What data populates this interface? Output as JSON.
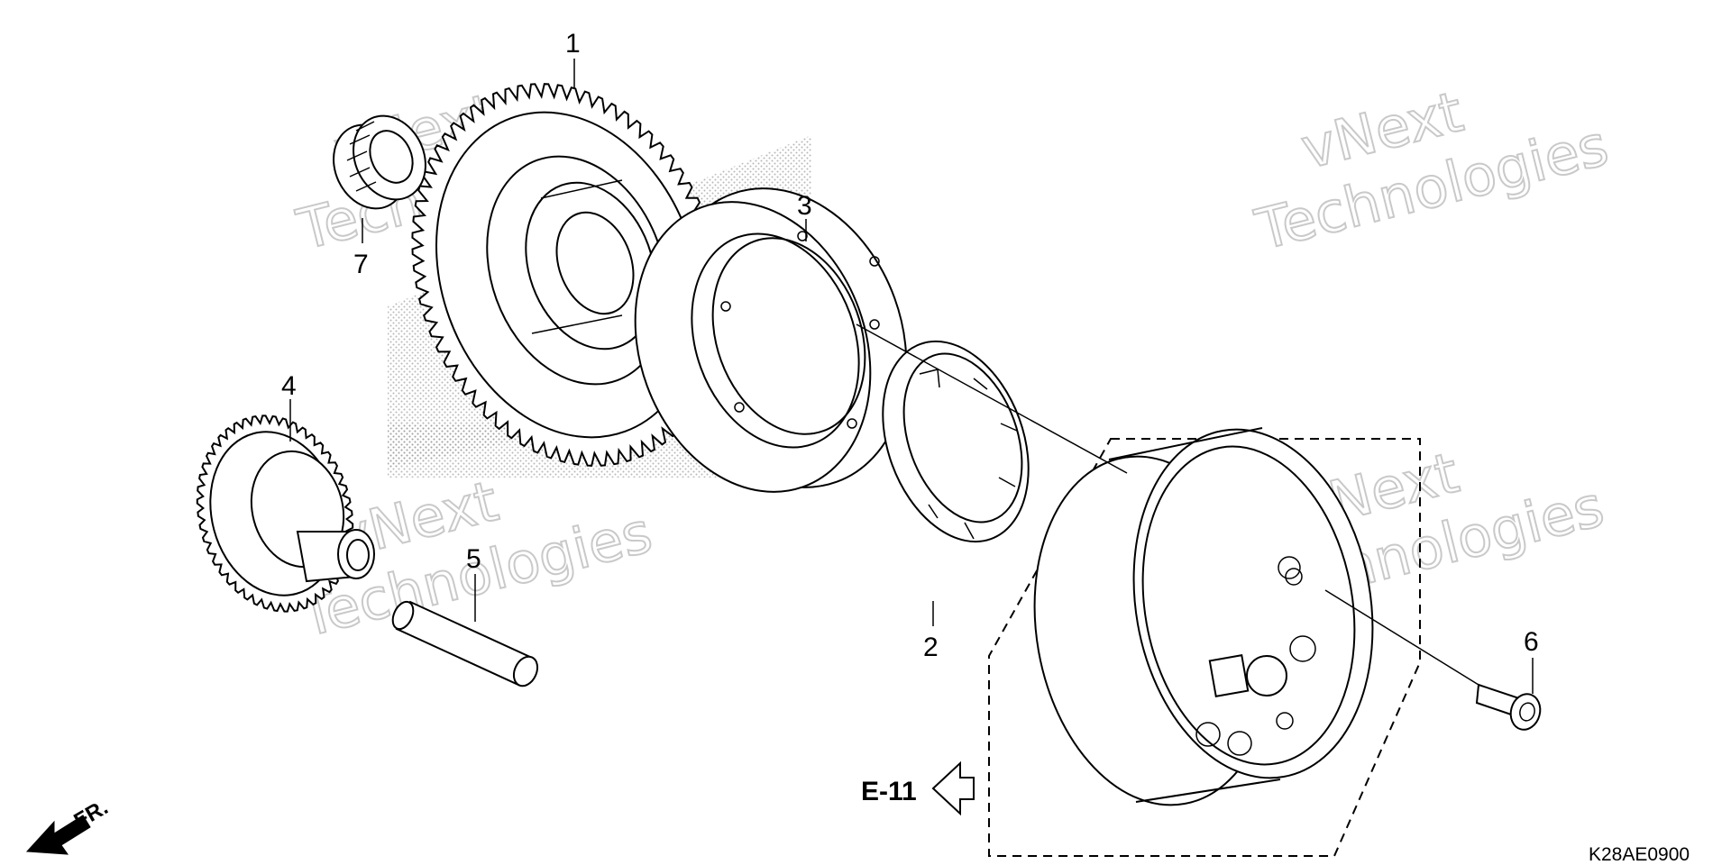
{
  "diagram": {
    "callouts": [
      {
        "id": "1",
        "label": "1"
      },
      {
        "id": "2",
        "label": "2"
      },
      {
        "id": "3",
        "label": "3"
      },
      {
        "id": "4",
        "label": "4"
      },
      {
        "id": "5",
        "label": "5"
      },
      {
        "id": "6",
        "label": "6"
      },
      {
        "id": "7",
        "label": "7"
      }
    ],
    "reference_label": "E-11",
    "direction_label": "FR.",
    "diagram_code": "K28AE0900",
    "watermark": {
      "line1": "vNext",
      "line2": "Technologies"
    },
    "icons": [
      "front-direction-arrow-icon",
      "reference-arrow-icon"
    ]
  }
}
